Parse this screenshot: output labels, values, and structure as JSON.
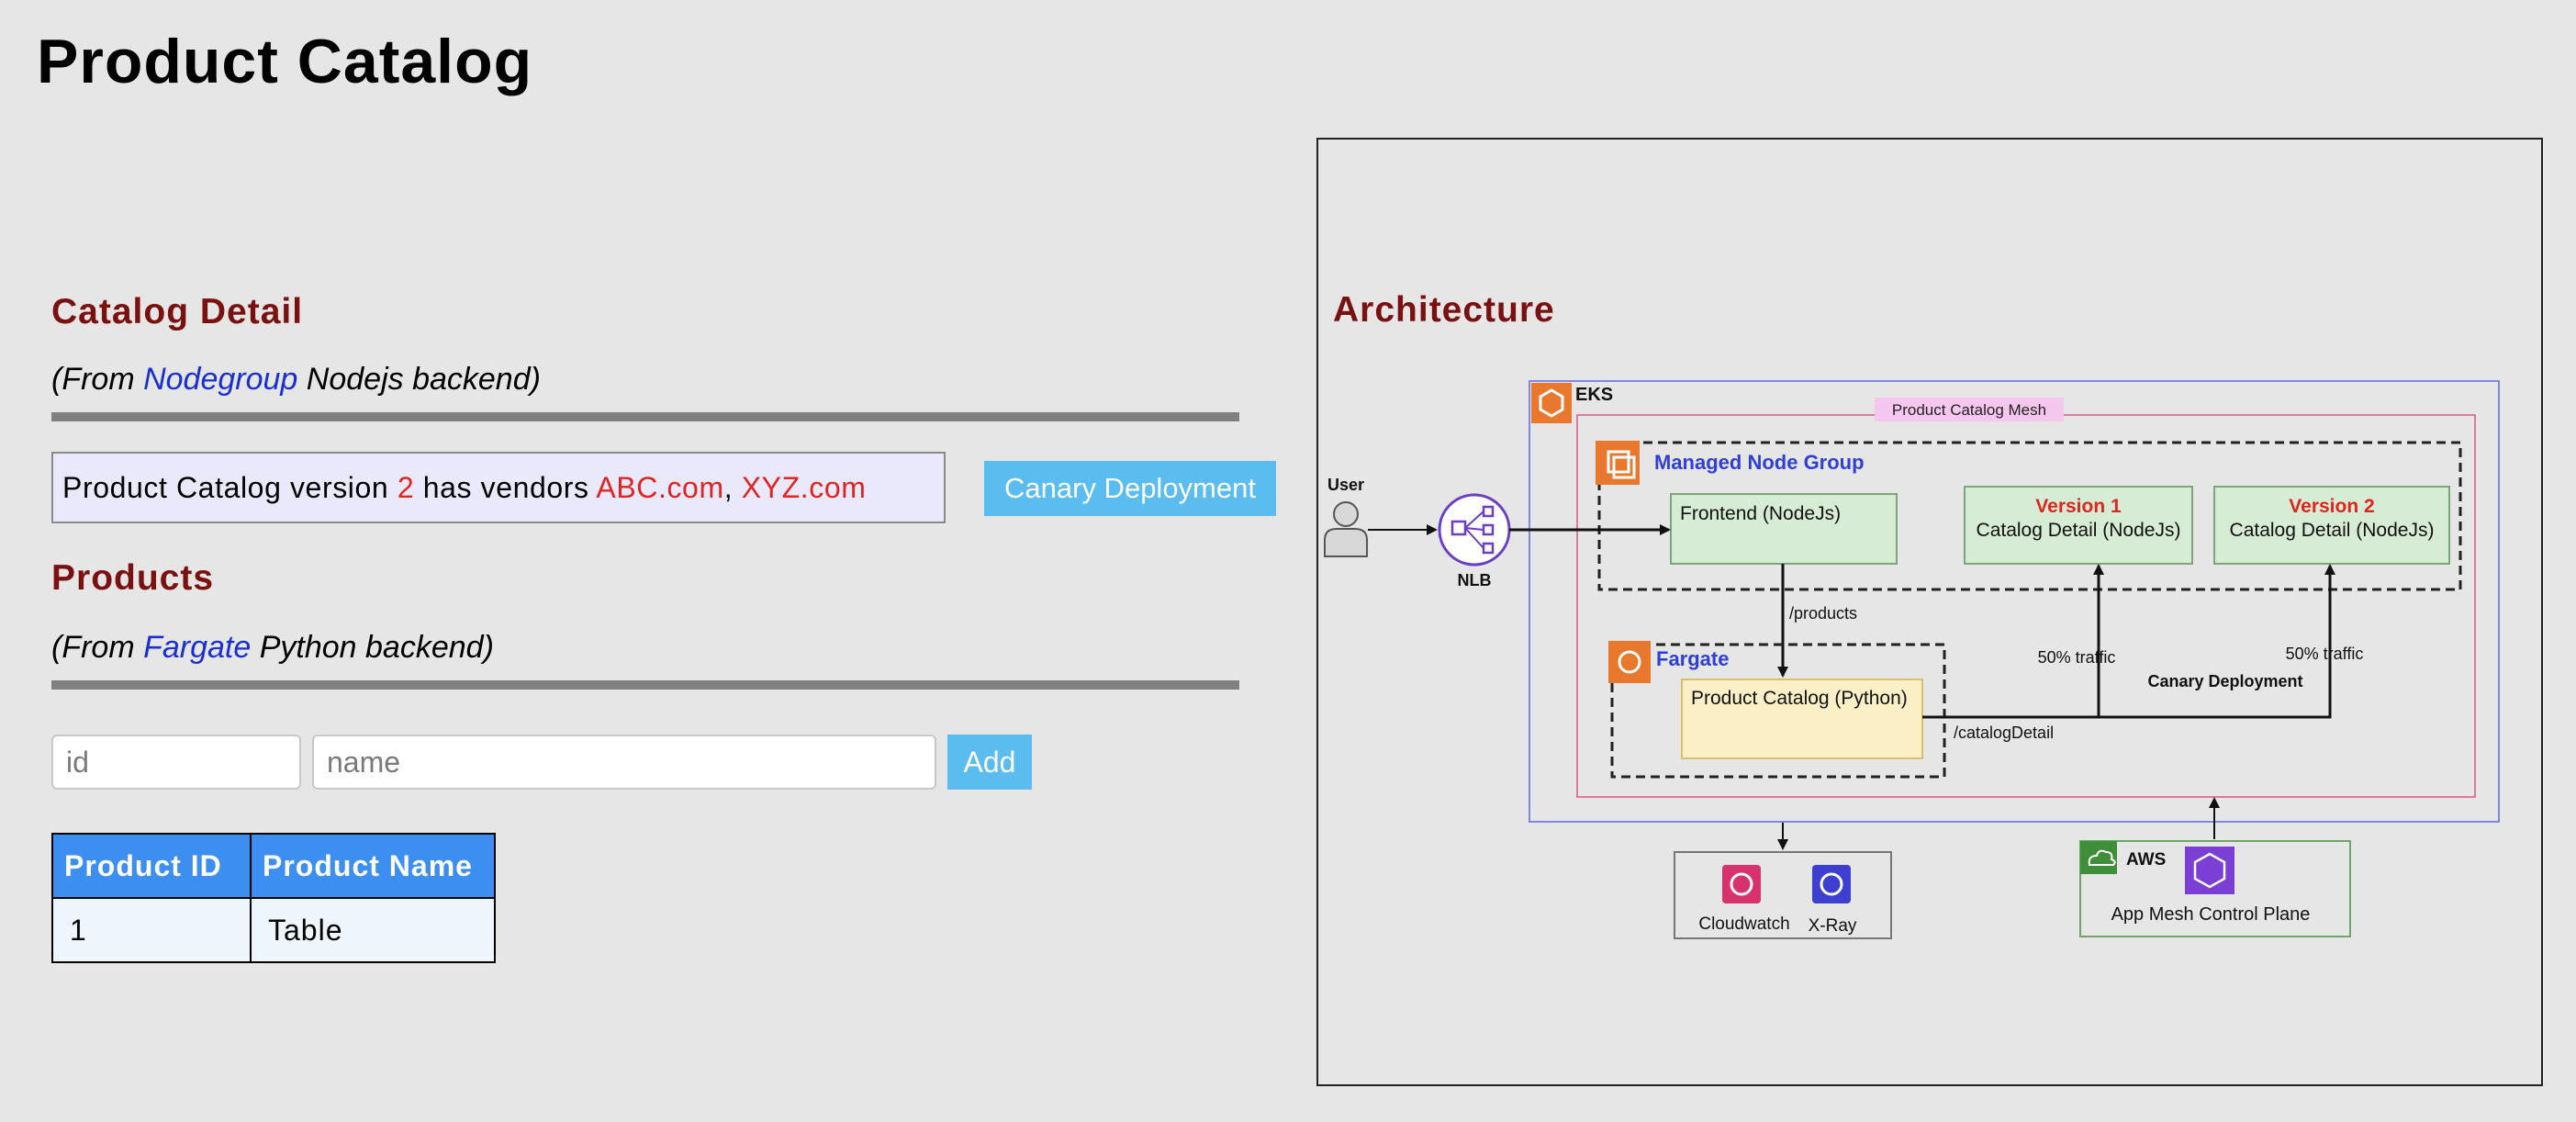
{
  "page_title": "Product Catalog",
  "catalog_detail": {
    "heading": "Catalog Detail",
    "subtitle_prefix": "(From ",
    "subtitle_highlight": "Nodegroup",
    "subtitle_suffix": " Nodejs backend)",
    "info_prefix": "Product Catalog version ",
    "version": "2",
    "info_middle": " has vendors ",
    "vendor_1": "ABC.com",
    "separator": ", ",
    "vendor_2": "XYZ.com",
    "canary_button_label": "Canary Deployment"
  },
  "products": {
    "heading": "Products",
    "subtitle_prefix": "(From ",
    "subtitle_highlight": "Fargate",
    "subtitle_suffix": " Python backend)",
    "id_placeholder": "id",
    "name_placeholder": "name",
    "add_button_label": "Add",
    "table": {
      "headers": [
        "Product ID",
        "Product Name"
      ],
      "rows": [
        [
          "1",
          "Table"
        ]
      ]
    }
  },
  "architecture": {
    "heading": "Architecture",
    "labels": {
      "eks": "EKS",
      "mesh": "Product Catalog Mesh",
      "managed_node_group": "Managed Node Group",
      "frontend": "Frontend (NodeJs)",
      "version1_title": "Version 1",
      "version1_subtitle": "Catalog Detail (NodeJs)",
      "version2_title": "Version 2",
      "version2_subtitle": "Catalog Detail (NodeJs)",
      "user": "User",
      "nlb": "NLB",
      "products_path": "/products",
      "fargate": "Fargate",
      "product_catalog_python": "Product Catalog (Python)",
      "catalog_detail_path": "/catalogDetail",
      "traffic_1": "50% traffic",
      "traffic_2": "50% traffic",
      "canary_deployment": "Canary Deployment",
      "cloudwatch": "Cloudwatch",
      "xray": "X-Ray",
      "aws": "AWS",
      "app_mesh": "App Mesh Control Plane"
    },
    "colors": {
      "eks_border": "#7f88e8",
      "mesh_border": "#e07a9a",
      "mesh_label_bg": "#f5c6ee",
      "node_box_fill": "#d7ecd4",
      "node_box_border": "#7ea57a",
      "fargate_box_fill": "#fbefc7",
      "fargate_box_border": "#d8bf6c",
      "version_red": "#e0241f",
      "group_blue": "#2f3fd6",
      "aws_orange": "#e8782e",
      "nlb_purple": "#6b3fc4",
      "cloudwatch_pink": "#d8326c",
      "xray_blue": "#3c3fd0",
      "aws_green": "#3e8e3a",
      "appmesh_purple": "#7c3fd6"
    }
  }
}
